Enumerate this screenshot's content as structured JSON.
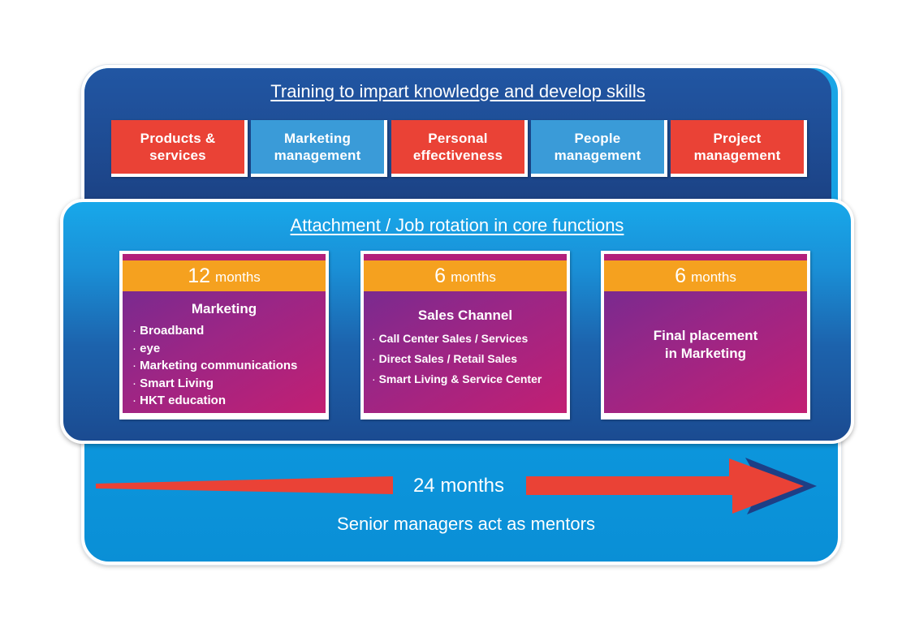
{
  "training": {
    "title": "Training to impart knowledge and develop skills",
    "skills": [
      {
        "label": "Products &\nservices",
        "color": "red"
      },
      {
        "label": "Marketing\nmanagement",
        "color": "blue"
      },
      {
        "label": "Personal\neffectiveness",
        "color": "red"
      },
      {
        "label": "People\nmanagement",
        "color": "blue"
      },
      {
        "label": "Project\nmanagement",
        "color": "red"
      }
    ]
  },
  "attachment": {
    "title": "Attachment / Job rotation in core functions",
    "cards": [
      {
        "months_num": "12",
        "months_unit": "months",
        "title": "Marketing",
        "items": [
          "Broadband",
          "eye",
          "Marketing communications",
          "Smart Living",
          "HKT education"
        ]
      },
      {
        "months_num": "6",
        "months_unit": "months",
        "title": "Sales Channel",
        "items": [
          "Call Center Sales / Services",
          "Direct Sales / Retail Sales",
          "Smart Living & Service Center"
        ]
      },
      {
        "months_num": "6",
        "months_unit": "months",
        "title": "Final placement\nin Marketing",
        "items": []
      }
    ]
  },
  "timeline": {
    "duration": "24 months",
    "mentors": "Senior managers act as mentors"
  },
  "colors": {
    "navy": "#1e4b92",
    "sky": "#1ba6e6",
    "red": "#ea4236",
    "blue": "#3a9bd8",
    "orange": "#f5a11f",
    "magenta": "#c21f73"
  }
}
